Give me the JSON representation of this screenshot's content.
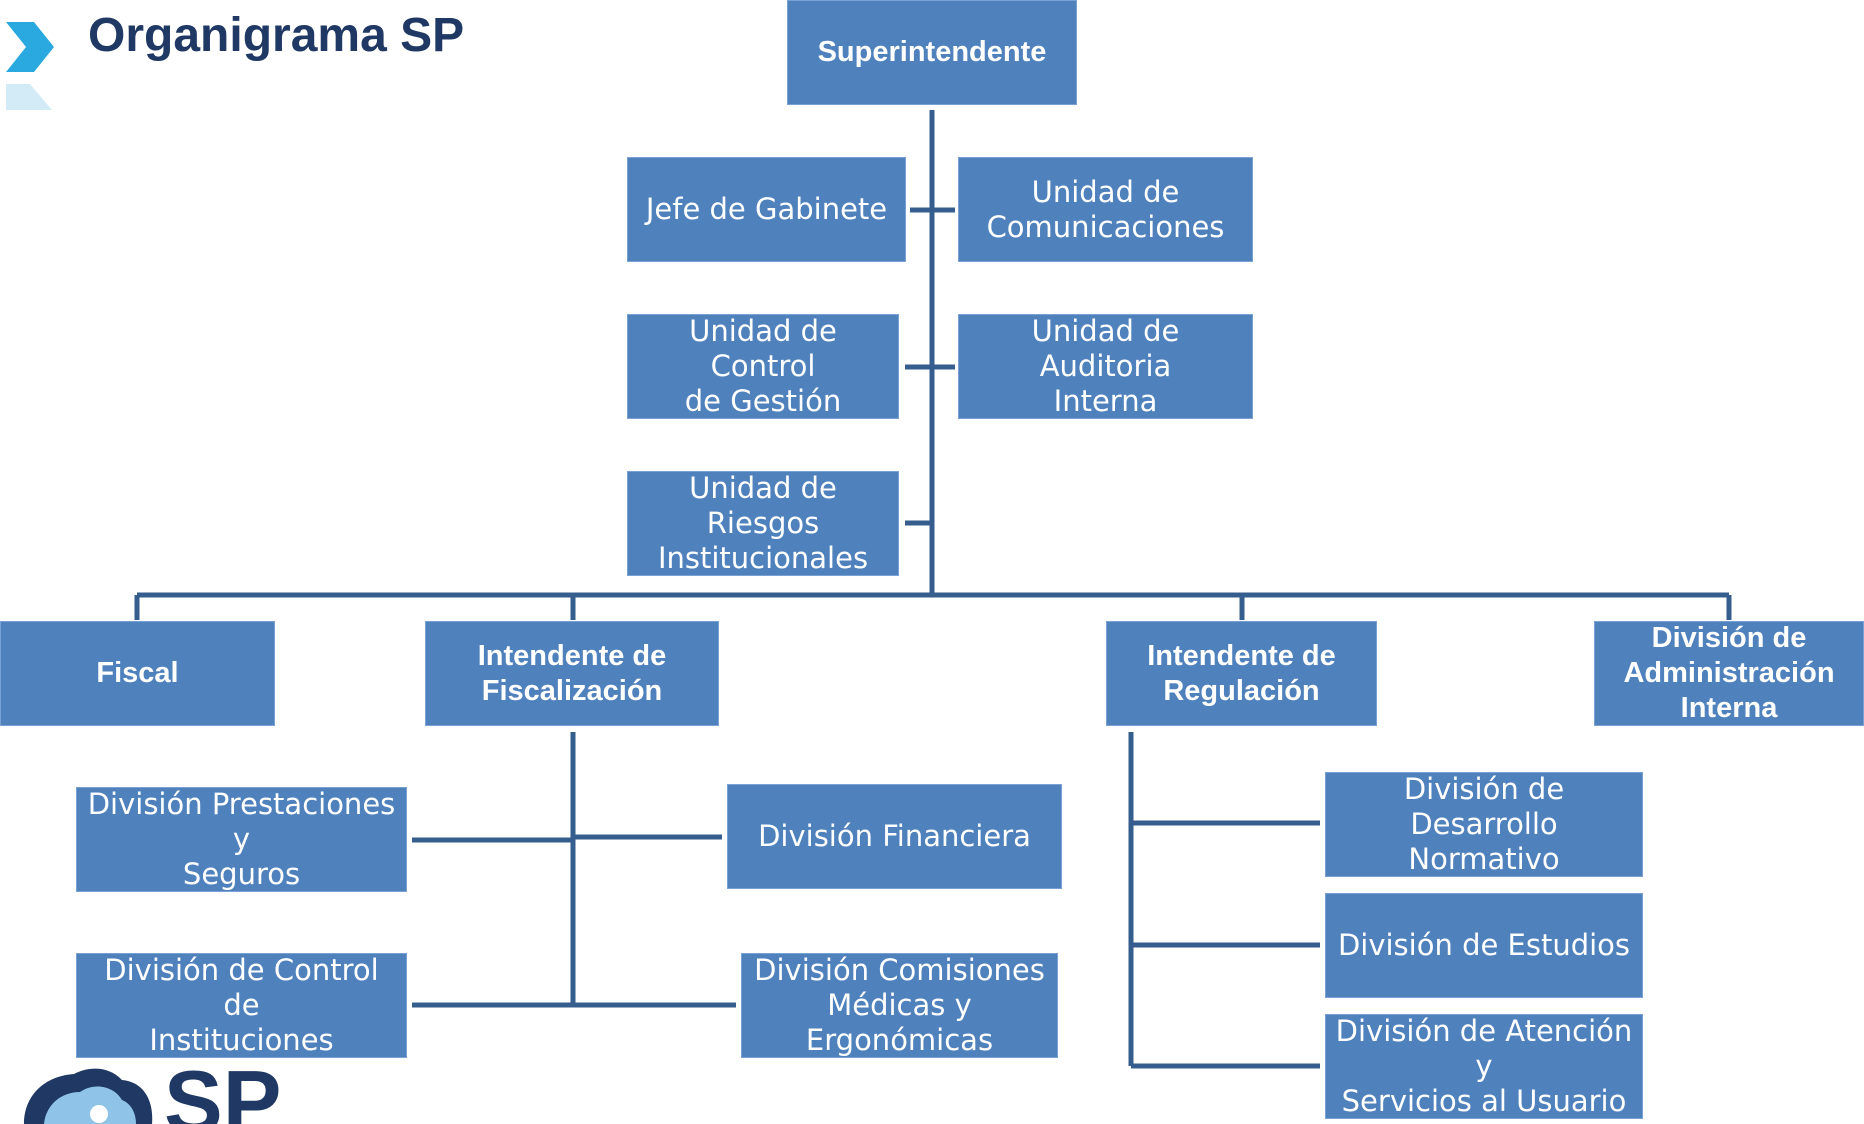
{
  "header": {
    "title": "Organigrama SP"
  },
  "logo": {
    "text": "SP"
  },
  "colors": {
    "box_fill": "#4f81bd",
    "connector": "#355e8e",
    "title": "#1f3864",
    "accent": "#29a9e0"
  },
  "nodes": {
    "superintendente": "Superintendente",
    "jefe_gabinete": "Jefe de Gabinete",
    "unidad_comunicaciones": "Unidad de\nComunicaciones",
    "unidad_control_gestion": "Unidad de Control\nde Gestión",
    "unidad_auditoria": "Unidad de Auditoria\nInterna",
    "unidad_riesgos": "Unidad de Riesgos\nInstitucionales",
    "fiscal": "Fiscal",
    "intendente_fiscalizacion": "Intendente de\nFiscalización",
    "intendente_regulacion": "Intendente de\nRegulación",
    "division_administracion": "División de\nAdministración\nInterna",
    "division_prestaciones": "División Prestaciones y\nSeguros",
    "division_financiera": "División Financiera",
    "division_control_instituciones": "División de Control de\nInstituciones",
    "division_comisiones": "División Comisiones\nMédicas y Ergonómicas",
    "division_desarrollo": "División de Desarrollo\nNormativo",
    "division_estudios": "División de Estudios",
    "division_atencion": "División de Atención y\nServicios al Usuario"
  }
}
